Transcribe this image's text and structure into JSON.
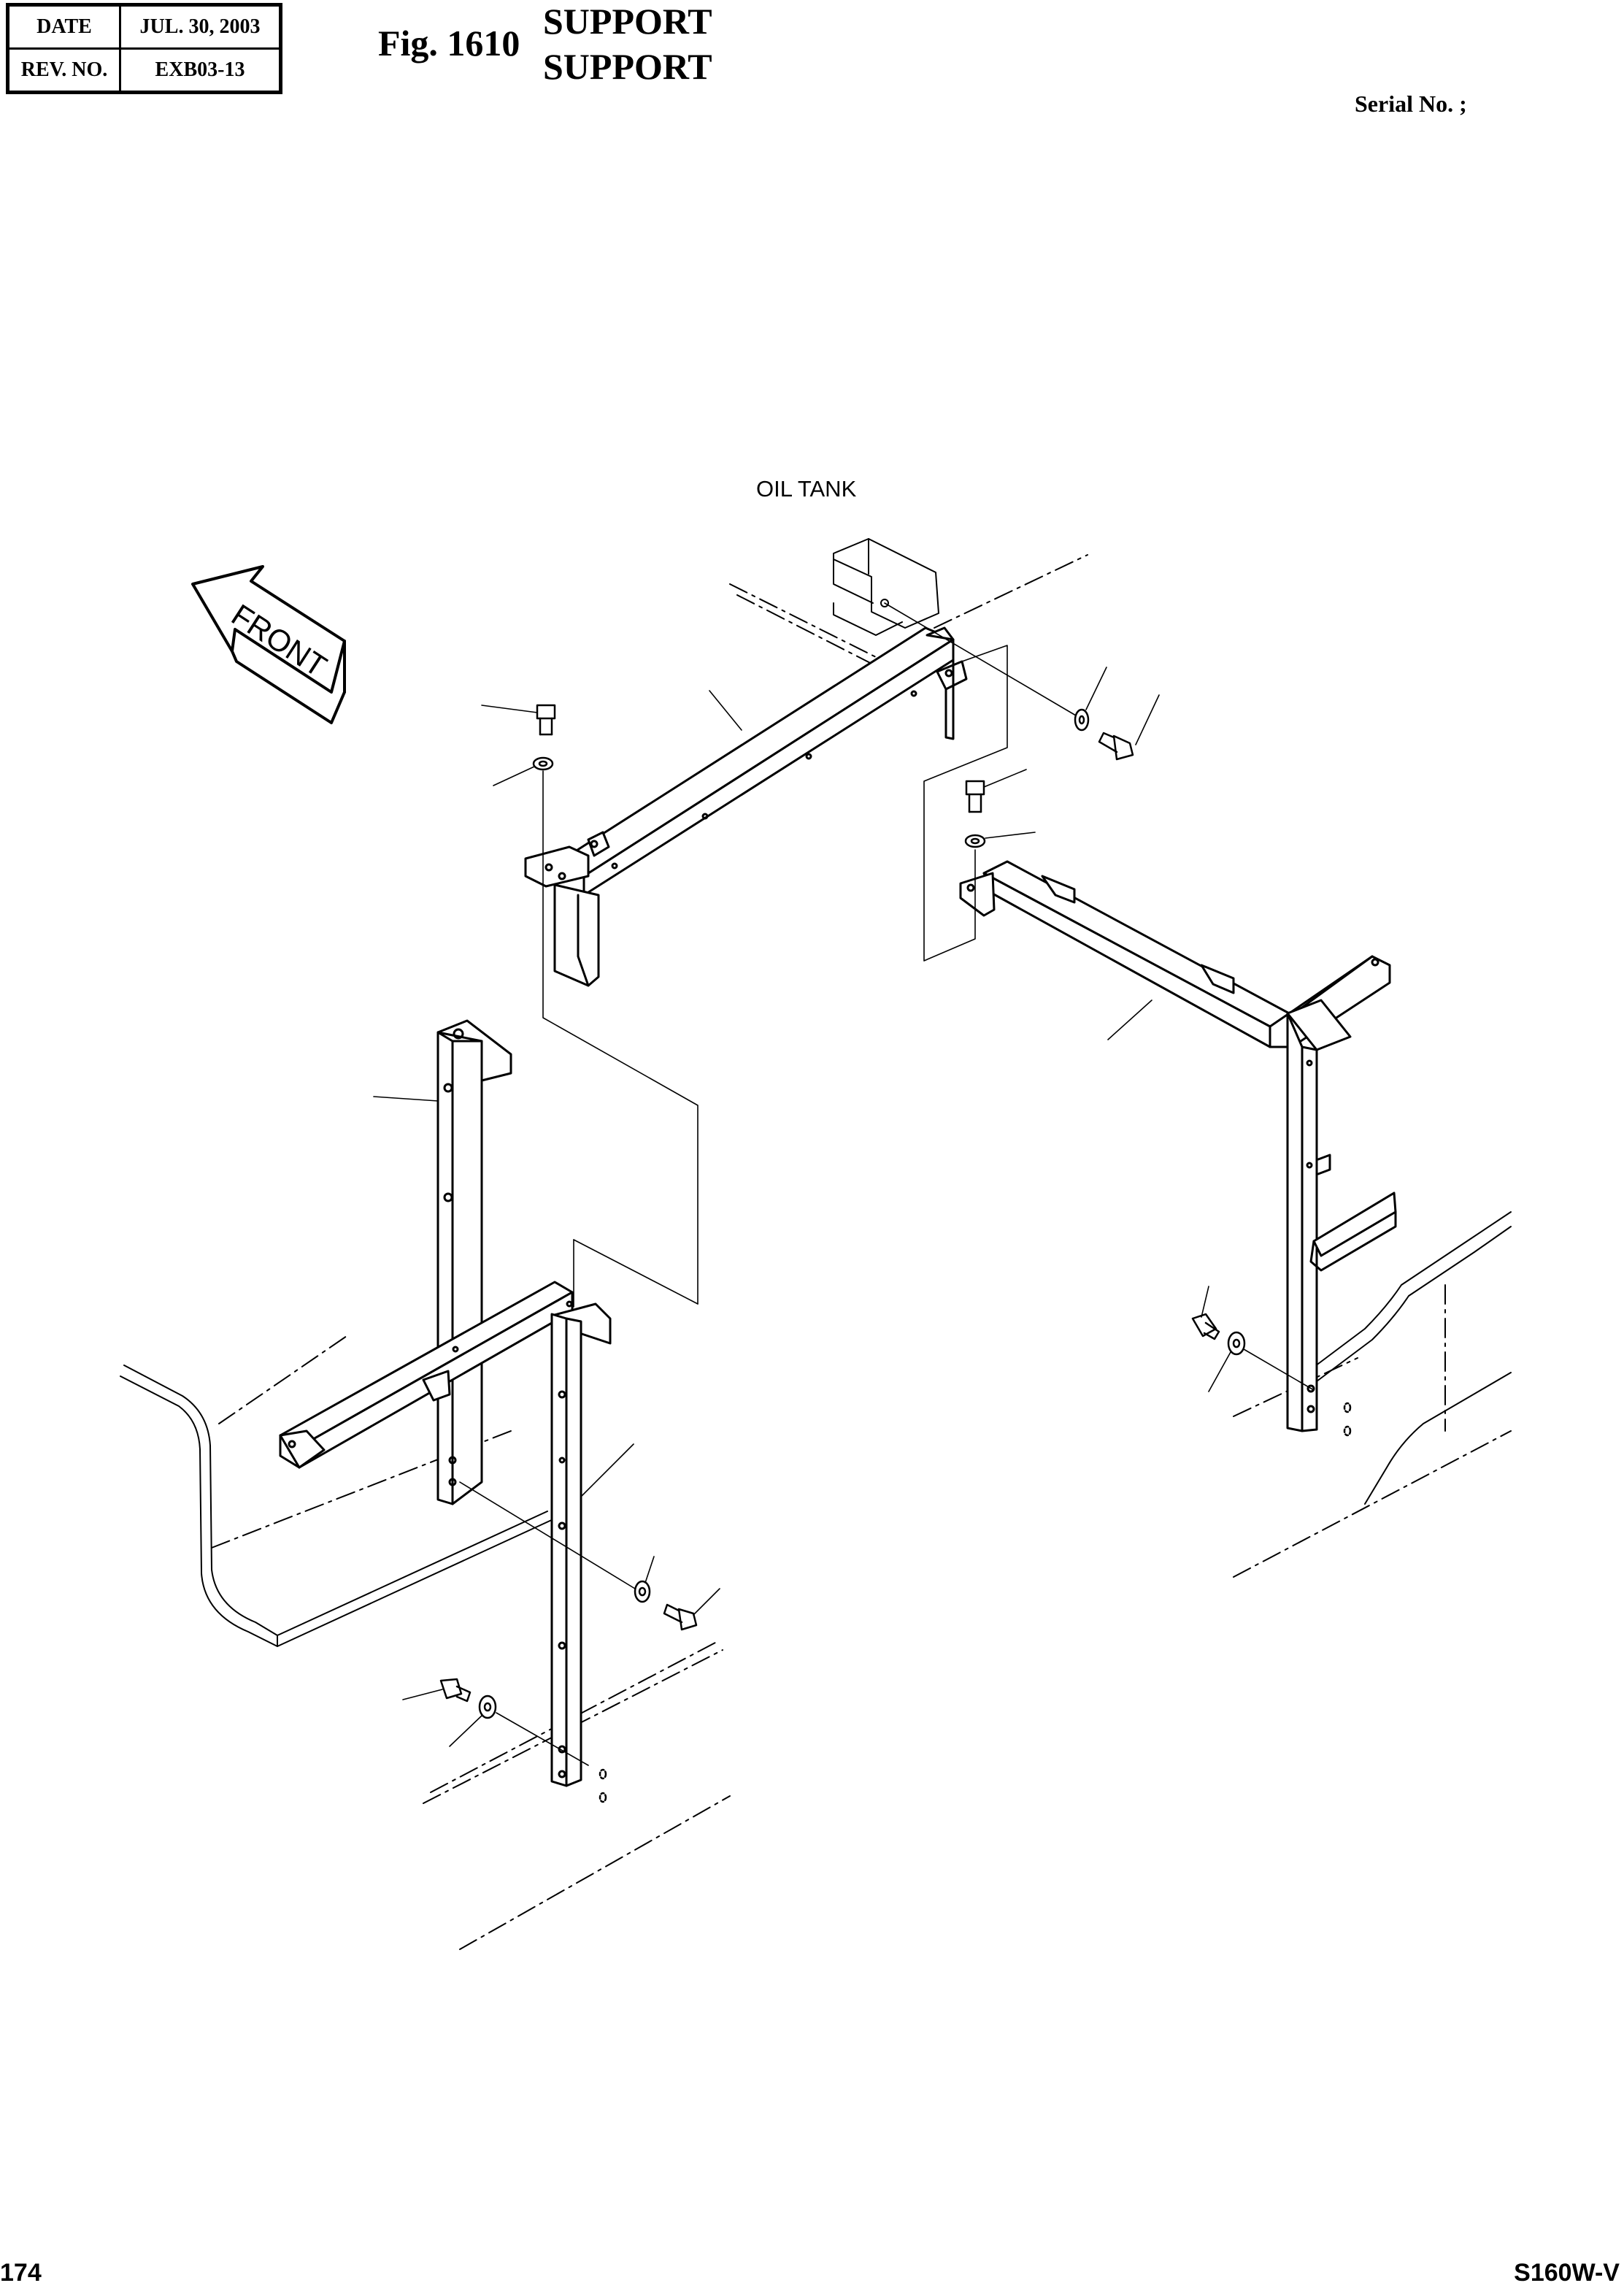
{
  "header": {
    "date_label": "DATE",
    "date_value": "JUL. 30, 2003",
    "rev_label": "REV. NO.",
    "rev_value": "EXB03-13"
  },
  "figure": {
    "number": "Fig. 1610",
    "title_line1": "SUPPORT",
    "title_line2": "SUPPORT"
  },
  "serial_label": "Serial No. ;",
  "diagram": {
    "oil_tank_label": "OIL TANK",
    "front_label": "FRONT",
    "front_arrow_icon": "front-direction-arrow-icon"
  },
  "footer": {
    "page_number": "174",
    "model": "S160W-V"
  }
}
